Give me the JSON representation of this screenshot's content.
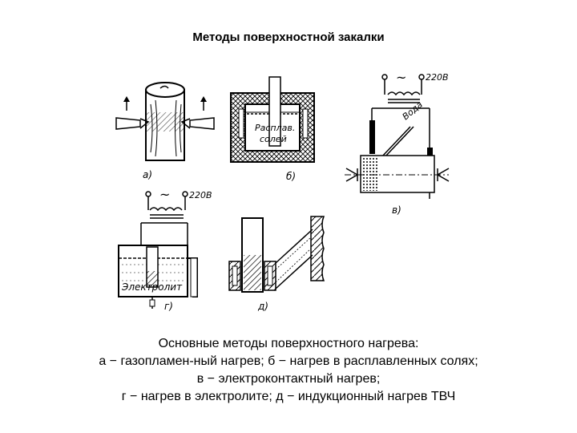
{
  "title": "Методы поверхностной закалки",
  "figure": {
    "labels": {
      "a": "а)",
      "b": "б)",
      "v": "в)",
      "g": "г)",
      "d": "д)"
    },
    "salt_text_1": "Расплав.",
    "salt_text_2": "солей",
    "water": "Вода",
    "voltage_v": "220В",
    "voltage_g": "220В",
    "electrolyte": "Электролит",
    "tilde": "~"
  },
  "caption": {
    "line1": "Основные методы поверхностного нагрева:",
    "line2": "а − газопламен-ный нагрев;  б − нагрев в расплавленных солях;",
    "line3": "в − электроконтактный нагрев;",
    "line4": "г − нагрев в электролите; д − индукционный нагрев ТВЧ"
  }
}
